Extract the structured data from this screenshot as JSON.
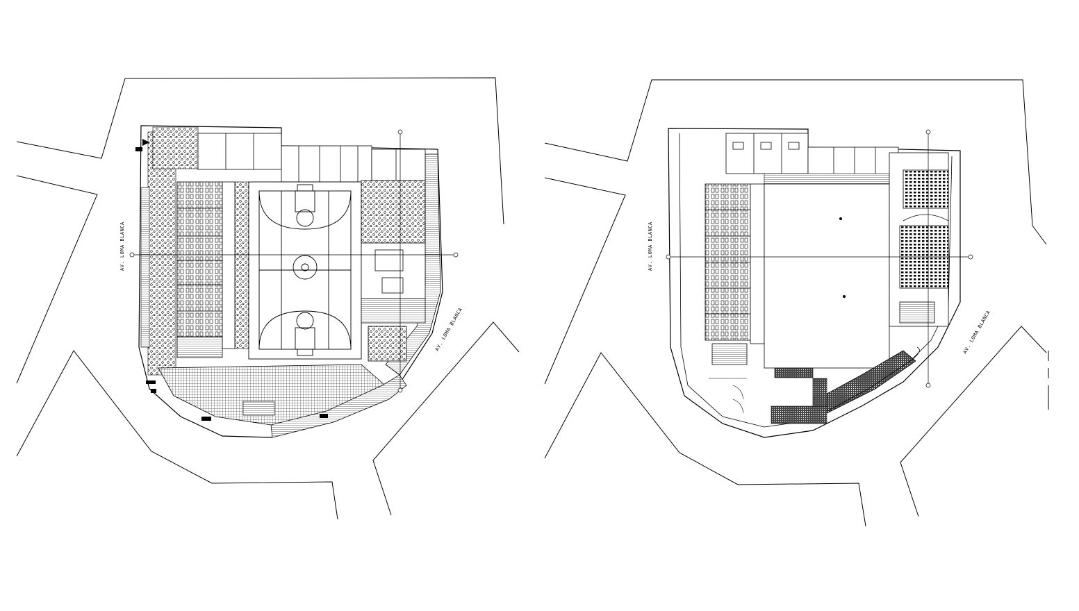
{
  "drawing": {
    "left_plan": {
      "street_label_west": "AV. LOMA BLANCA",
      "street_label_east": "AV. LOMA BLANCA"
    },
    "right_plan": {
      "street_label_west": "AV. LOMA BLANCA",
      "street_label_east": "AV. LOMA BLANCA"
    }
  }
}
